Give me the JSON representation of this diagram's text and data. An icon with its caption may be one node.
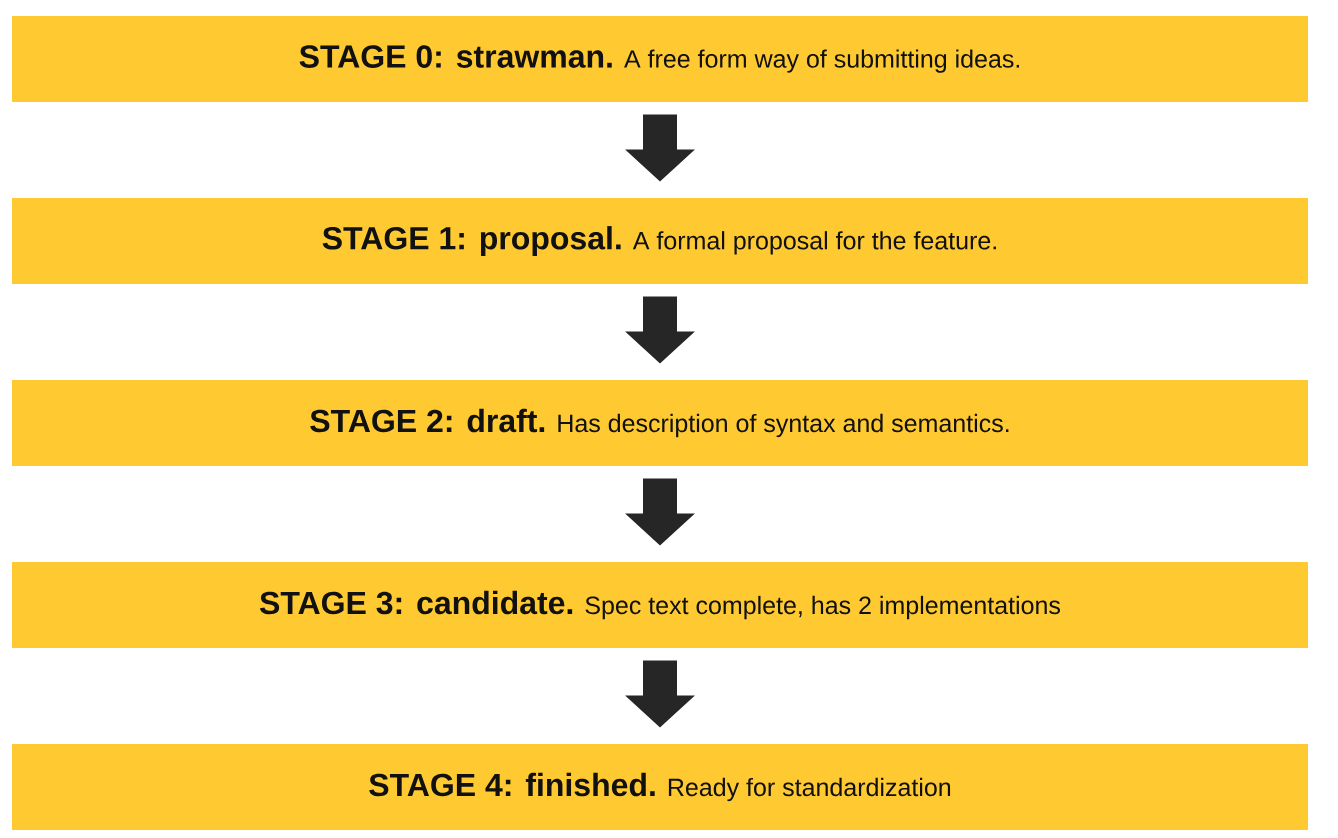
{
  "diagram": {
    "nodes": [
      {
        "text": [
          "STAGE 0: strawman.",
          "A free form way of submitting ideas."
        ]
      },
      {
        "text": [
          "STAGE 1: proposal.",
          "A formal proposal for the feature."
        ]
      },
      {
        "text": [
          "STAGE 2: draft.",
          "Has description of syntax and semantics."
        ]
      },
      {
        "text": [
          "STAGE 3: candidate.",
          "Spec text complete, has 2 implementations"
        ]
      },
      {
        "text": [
          "STAGE 4: finished.",
          "Ready for standardization"
        ]
      }
    ],
    "edges": [
      {
        "from": 0,
        "to": 1,
        "arrow": "to"
      },
      {
        "from": 1,
        "to": 2,
        "arrow": "to"
      },
      {
        "from": 2,
        "to": 3,
        "arrow": "to"
      },
      {
        "from": 3,
        "to": 4,
        "arrow": "to"
      }
    ]
  }
}
